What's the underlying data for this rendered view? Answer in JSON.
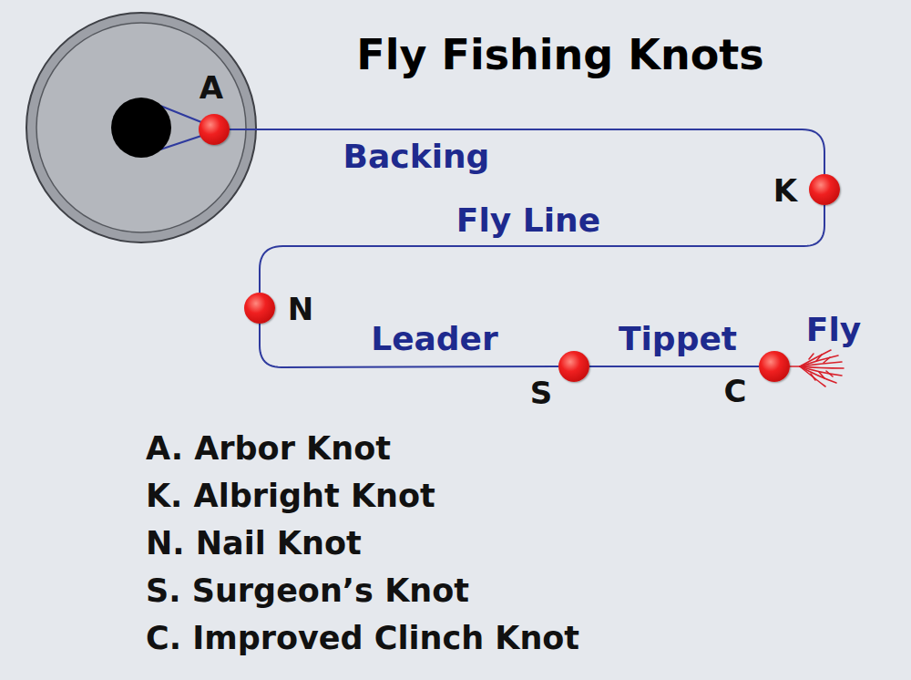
{
  "diagram": {
    "title": "Fly Fishing Knots",
    "nodes": [
      {
        "text": [
          "A"
        ]
      },
      {
        "text": [
          "K"
        ]
      },
      {
        "text": [
          "N"
        ]
      },
      {
        "text": [
          "S"
        ]
      },
      {
        "text": [
          "C"
        ]
      }
    ],
    "edges": [
      {
        "from": 0,
        "to": 1,
        "arrow": "none",
        "label": "Backing"
      },
      {
        "from": 1,
        "to": 2,
        "arrow": "none",
        "label": "Fly Line"
      },
      {
        "from": 2,
        "to": 3,
        "arrow": "none",
        "label": "Leader"
      },
      {
        "from": 3,
        "to": 4,
        "arrow": "none",
        "label": "Tippet"
      }
    ],
    "labels": [
      "Fly",
      "A. Arbor Knot",
      "K. Albright Knot",
      "N. Nail Knot",
      "S. Surgeon’s Knot",
      "C. Improved Clinch Knot"
    ]
  }
}
